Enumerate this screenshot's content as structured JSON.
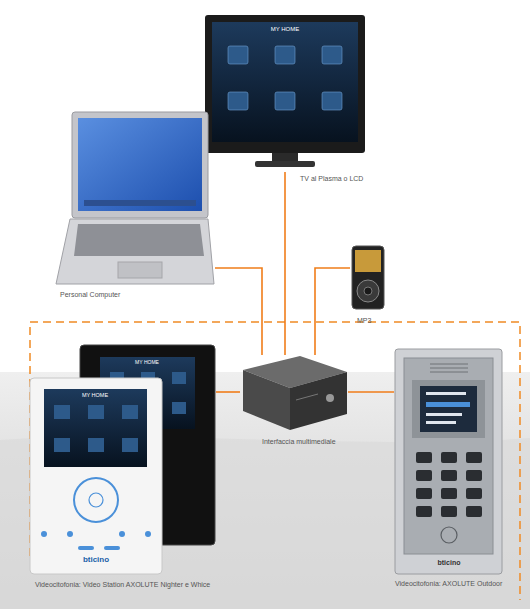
{
  "diagram": {
    "nodes": [
      {
        "text": [
          "TV al Plasma o LCD"
        ]
      },
      {
        "text": [
          "Personal Computer"
        ]
      },
      {
        "text": [
          "MP3"
        ]
      },
      {
        "text": [
          "Interfaccia multimediale"
        ]
      },
      {
        "text": [
          "Videocitofonia: Video Station AXOLUTE Nighter e Whice"
        ]
      },
      {
        "text": [
          "Videocitofonia: AXOLUTE Outdoor"
        ]
      }
    ],
    "edges": [
      {
        "from": 0,
        "to": 3,
        "arrow": "none"
      },
      {
        "from": 1,
        "to": 3,
        "arrow": "none"
      },
      {
        "from": 2,
        "to": 3,
        "arrow": "none"
      },
      {
        "from": 4,
        "to": 3,
        "arrow": "none"
      },
      {
        "from": 3,
        "to": 5,
        "arrow": "none"
      }
    ],
    "labels": [
      "MY HOME",
      "MY HOME",
      "MY HOME",
      "bticino",
      "bticino"
    ]
  }
}
